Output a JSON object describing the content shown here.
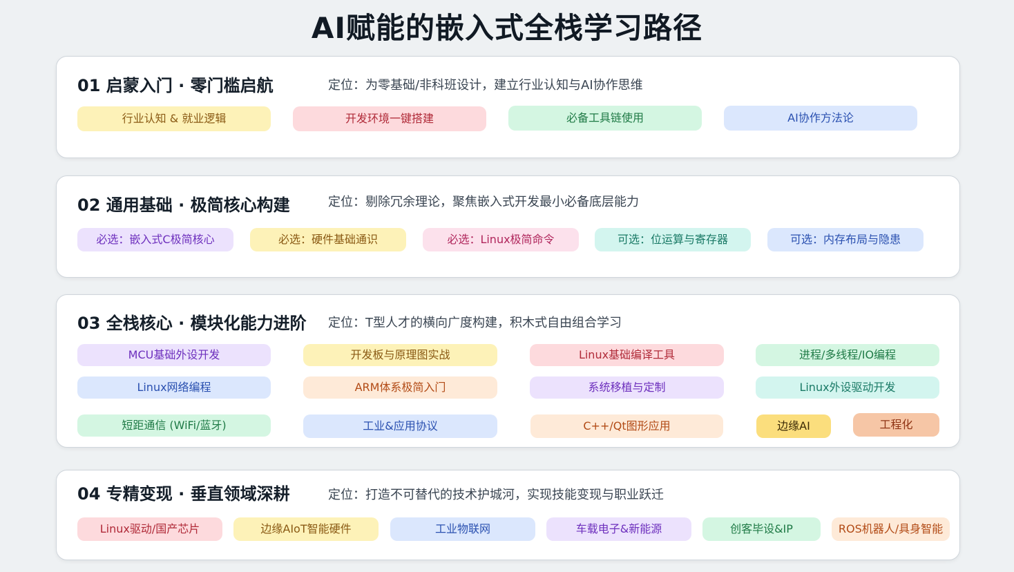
{
  "title": "AI赋能的嵌入式全栈学习路径",
  "colors": {
    "background": "#eef1f3",
    "card": "#ffffff",
    "yellow": "#fdf2b8",
    "pink": "#fddadd",
    "green": "#d4f6e2",
    "blue": "#dbe7fd",
    "purple": "#ece2fd",
    "teal": "#d3f5ef",
    "orange": "#feead8"
  },
  "stages": [
    {
      "title": "01 启蒙入门 · 零门槛启航",
      "desc": "定位：为零基础/非科班设计，建立行业认知与AI协作思维",
      "items": [
        "行业认知 & 就业逻辑",
        "开发环境一键搭建",
        "必备工具链使用",
        "AI协作方法论"
      ]
    },
    {
      "title": "02 通用基础 · 极简核心构建",
      "desc": "定位：剔除冗余理论，聚焦嵌入式开发最小必备底层能力",
      "items": [
        "必选：嵌入式C极简核心",
        "必选：硬件基础通识",
        "必选：Linux极简命令",
        "可选：位运算与寄存器",
        "可选：内存布局与隐患"
      ]
    },
    {
      "title": "03 全栈核心 · 模块化能力进阶",
      "desc": "定位：T型人才的横向广度构建，积木式自由组合学习",
      "items": [
        "MCU基础外设开发",
        "开发板与原理图实战",
        "Linux基础编译工具",
        "进程/多线程/IO编程",
        "Linux网络编程",
        "ARM体系极简入门",
        "系统移植与定制",
        "Linux外设驱动开发",
        "短距通信 (WiFi/蓝牙)",
        "工业&应用协议",
        "C++/Qt图形应用",
        "边缘AI",
        "工程化"
      ]
    },
    {
      "title": "04 专精变现 · 垂直领域深耕",
      "desc": "定位：打造不可替代的技术护城河，实现技能变现与职业跃迁",
      "items": [
        "Linux驱动/国产芯片",
        "边缘AIoT智能硬件",
        "工业物联网",
        "车载电子&新能源",
        "创客毕设&IP",
        "ROS机器人/具身智能"
      ]
    }
  ]
}
